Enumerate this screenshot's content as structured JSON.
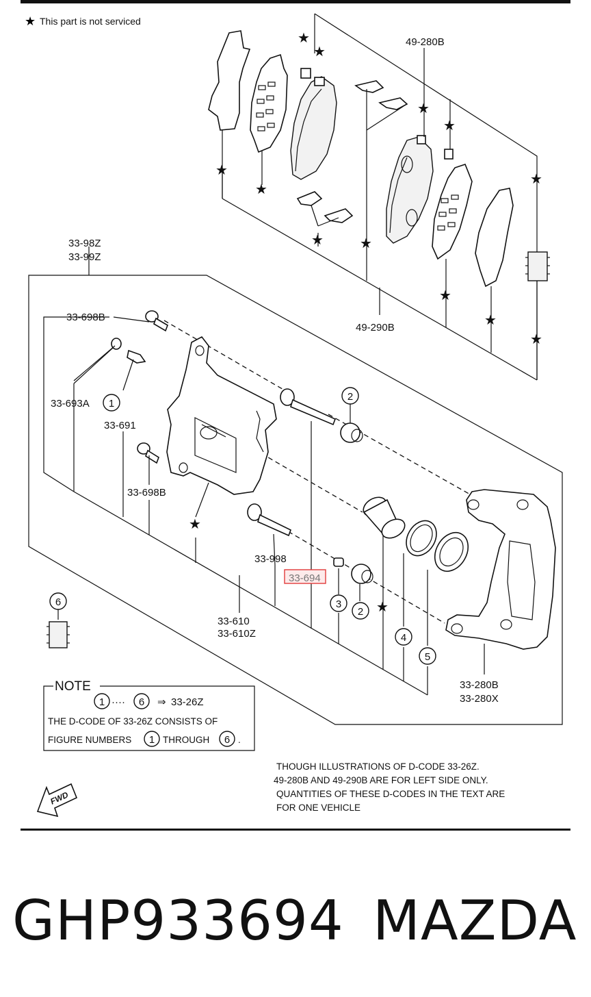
{
  "legend": {
    "text": "This part is not serviced"
  },
  "labels": {
    "l49_280B": "49-280B",
    "l49_290B": "49-290B",
    "l33_98Z": "33-98Z",
    "l33_99Z": "33-99Z",
    "l33_698B_top": "33-698B",
    "l33_693A": "33-693A",
    "l33_691": "33-691",
    "l33_698B_bottom": "33-698B",
    "l33_998": "33-998",
    "l33_694": "33-694",
    "l33_610": "33-610",
    "l33_610Z": "33-610Z",
    "l33_280B": "33-280B",
    "l33_280X": "33-280X"
  },
  "callouts": {
    "c1": "1",
    "c2a": "2",
    "c2b": "2",
    "c3": "3",
    "c4": "4",
    "c5": "5",
    "c6": "6"
  },
  "note": {
    "title": "NOTE",
    "range_start": "1",
    "range_dots": "····",
    "range_end": "6",
    "arrow": "⇒",
    "range_code": "33-26Z",
    "line1": "THE D-CODE OF  33-26Z  CONSISTS OF",
    "line2_prefix": "FIGURE NUMBERS",
    "line2_start": "1",
    "line2_mid": "THROUGH",
    "line2_end": "6",
    "line2_suffix": "."
  },
  "disclaimer": {
    "line1": "THOUGH  ILLUSTRATIONS  OF  D-CODE 33-26Z.",
    "line2": " 49-280B AND  49-290B ARE  FOR LEFT SIDE ONLY.",
    "line3": "QUANTITIES  OF  THESE  D-CODES  IN  THE TEXT  ARE",
    "line4": "FOR  ONE  VEHICLE"
  },
  "fwd": "FWD",
  "footer": {
    "part_number": "GHP933694",
    "brand": "MAZDA"
  },
  "colors": {
    "highlight": "#e23b3b",
    "highlight_fill": "#fdeaea",
    "ink": "#111111"
  }
}
